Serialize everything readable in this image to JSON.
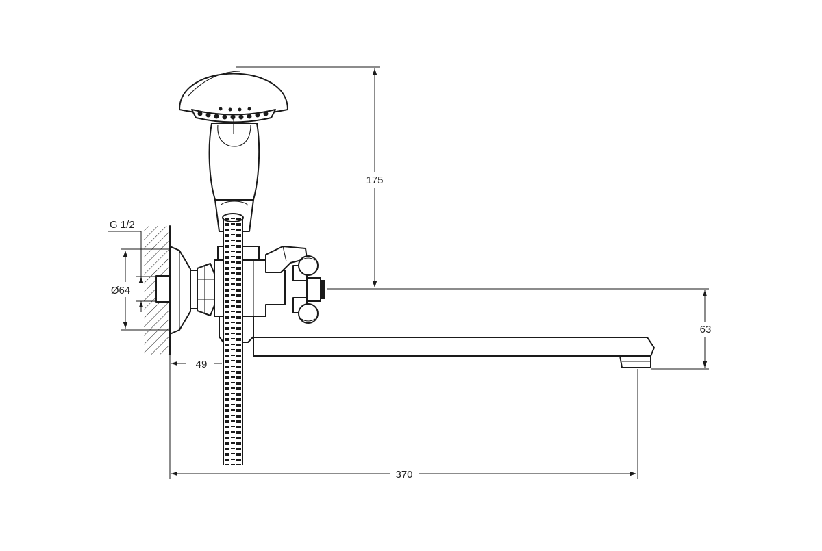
{
  "dimensions": {
    "height_handshower": "175",
    "height_spout": "63",
    "thread": "G 1/2",
    "diameter": "Ø64",
    "offset": "49",
    "length": "370"
  }
}
